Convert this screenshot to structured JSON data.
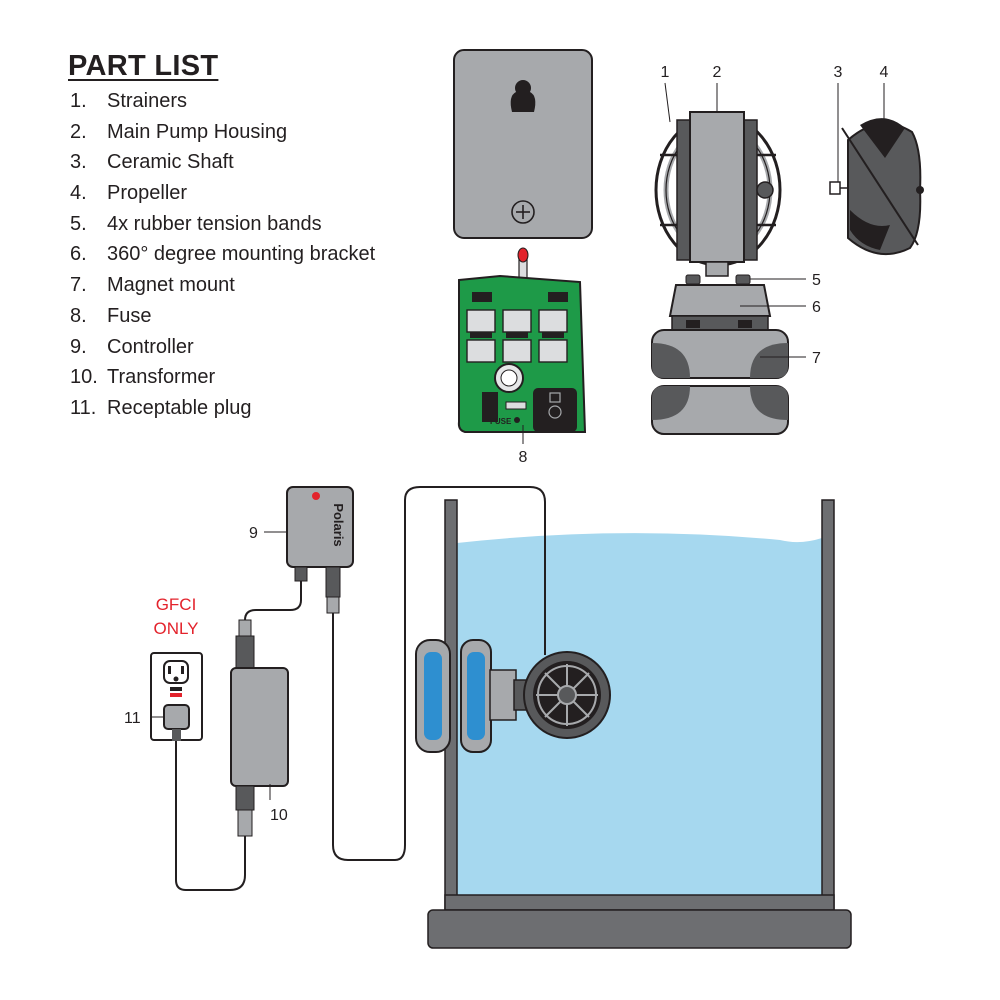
{
  "title": "PART LIST",
  "parts": [
    {
      "num": "1.",
      "name": "Strainers"
    },
    {
      "num": "2.",
      "name": "Main Pump Housing"
    },
    {
      "num": "3.",
      "name": "Ceramic Shaft"
    },
    {
      "num": "4.",
      "name": "Propeller"
    },
    {
      "num": "5.",
      "name": "4x rubber tension bands"
    },
    {
      "num": "6.",
      "name": "360° degree mounting bracket"
    },
    {
      "num": "7.",
      "name": "Magnet mount"
    },
    {
      "num": "8.",
      "name": "Fuse"
    },
    {
      "num": "9.",
      "name": "Controller"
    },
    {
      "num": "10.",
      "name": "Transformer"
    },
    {
      "num": "11.",
      "name": "Receptable plug"
    }
  ],
  "callouts": {
    "c1": "1",
    "c2": "2",
    "c3": "3",
    "c4": "4",
    "c5": "5",
    "c6": "6",
    "c7": "7",
    "c8": "8",
    "c9": "9",
    "c10": "10",
    "c11": "11"
  },
  "controller_brand": "Polaris",
  "fuse_label": "FUSE",
  "gfci_line1": "GFCI",
  "gfci_line2": "ONLY",
  "colors": {
    "water": "#a6d8ef",
    "tank_frame": "#6d6e71",
    "part_gray": "#a7a9ac",
    "dark_gray": "#58595b",
    "pcb_green": "#1e9a48",
    "magnet_blue": "#2e8fd0",
    "gfci_red": "#e3232c"
  }
}
